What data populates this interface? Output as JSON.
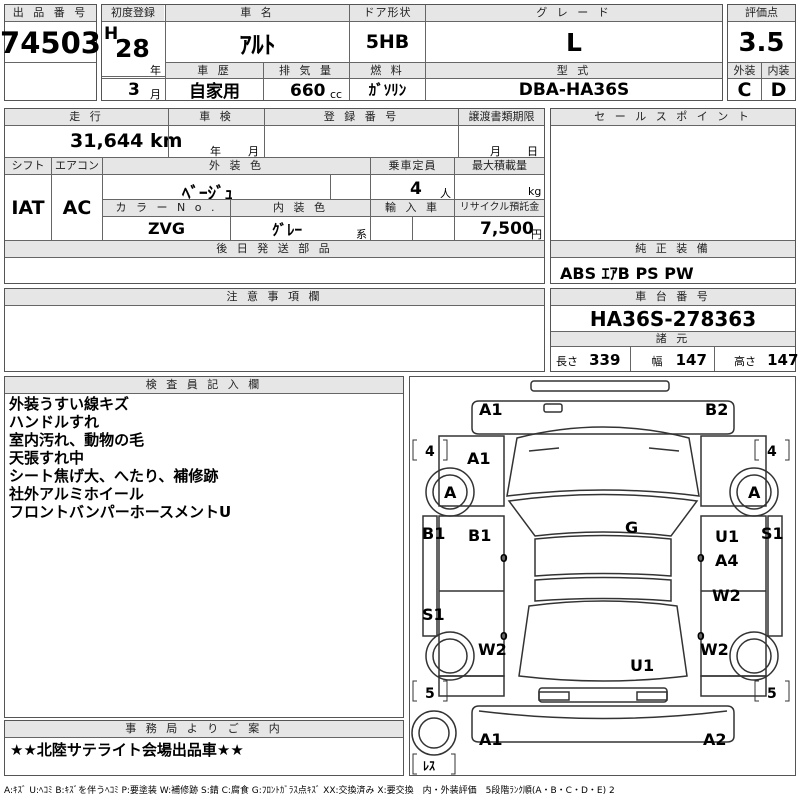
{
  "lot": {
    "label": "出 品 番 号",
    "value": "74503"
  },
  "first_reg": {
    "label": "初度登録",
    "era": "H",
    "year": "28",
    "year_unit": "年",
    "month": "3",
    "month_unit": "月"
  },
  "car_name": {
    "label": "車 名",
    "value": "ｱﾙﾄ"
  },
  "door": {
    "label": "ドア形状",
    "value": "5HB"
  },
  "grade": {
    "label": "グ レ ー ド",
    "value": "L"
  },
  "score": {
    "label": "評価点",
    "value": "3.5",
    "ext_label": "外装",
    "int_label": "内装",
    "ext": "C",
    "int": "D"
  },
  "history": {
    "label": "車 歴",
    "value": "自家用"
  },
  "displacement": {
    "label": "排 気 量",
    "value": "660",
    "unit": "cc"
  },
  "fuel": {
    "label": "燃 料",
    "value": "ｶﾞｿﾘﾝ"
  },
  "model": {
    "label": "型 式",
    "value": "DBA-HA36S"
  },
  "mileage": {
    "label": "走 行",
    "value": "31,644",
    "unit": "km"
  },
  "inspection": {
    "label": "車 検",
    "year_unit": "年",
    "month_unit": "月"
  },
  "reg_no": {
    "label": "登 録 番 号"
  },
  "transfer_deadline": {
    "label": "譲渡書類期限",
    "month_unit": "月",
    "day_unit": "日"
  },
  "sales_points": {
    "label": "セ ー ル ス ポ イ ン ト"
  },
  "shift": {
    "label": "シフト",
    "value": "IAT"
  },
  "aircon": {
    "label": "エアコン",
    "value": "AC"
  },
  "ext_color": {
    "label": "外 装 色",
    "value": "ﾍﾞｰｼﾞｭ"
  },
  "capacity": {
    "label": "乗車定員",
    "value": "4",
    "unit": "人"
  },
  "max_load": {
    "label": "最大積載量",
    "unit": "kg"
  },
  "color_no": {
    "label": "カ ラ ー N o .",
    "value": "ZVG"
  },
  "int_color": {
    "label": "内 装 色",
    "value": "ｸﾞﾚｰ",
    "unit": "系"
  },
  "import": {
    "label": "輸 入 車"
  },
  "recycle": {
    "label": "リサイクル預託金",
    "value": "7,500",
    "unit": "円"
  },
  "later_parts": {
    "label": "後 日 発 送 部 品"
  },
  "genuine": {
    "label": "純 正 装 備",
    "value": "ABS ｴｱB PS PW"
  },
  "notes": {
    "label": "注 意 事 項 欄"
  },
  "chassis": {
    "label": "車 台 番 号",
    "value": "HA36S-278363",
    "dims_label": "諸 元"
  },
  "dims": {
    "length_label": "長さ",
    "length": "339",
    "width_label": "幅",
    "width": "147",
    "height_label": "高さ",
    "height": "147"
  },
  "inspector": {
    "label": "検 査 員 記 入 欄",
    "lines": [
      "外装うすい線キズ",
      "ハンドルすれ",
      "室内汚れ、動物の毛",
      "天張すれ中",
      "シート焦げ大、へたり、補修跡",
      "社外アルミホイール",
      "フロントバンパーホースメントU"
    ]
  },
  "office": {
    "label": "事 務 局 よ り ご 案 内",
    "value": "★★北陸サテライト会場出品車★★"
  },
  "diagram": {
    "marks": {
      "front_left": "A1",
      "front_right": "B2",
      "hood": "A1",
      "wheel_fl": "A",
      "wheel_fr": "A",
      "roof": "G",
      "side_left": "B1",
      "door_left": "B1",
      "door_right_u": "U1",
      "door_right_a": "A4",
      "side_right": "S1",
      "rear_right_w": "W2",
      "rocker_left": "S1",
      "wheel_rl": "W2",
      "wheel_rr": "W2",
      "trunk": "U1",
      "rear_left": "A1",
      "rear_right": "A2"
    },
    "tire_fl": "4",
    "tire_fr": "4",
    "tire_rl": "5",
    "tire_rr": "5",
    "tire_spare": "ﾚｽ",
    "zero": "0"
  },
  "legend": "A:ｷｽﾞ U:ﾍｺﾐ B:ｷｽﾞを伴うﾍｺﾐ P:要塗装 W:補修跡 S:錆 C:腐食 G:ﾌﾛﾝﾄｶﾞﾗｽ点ｷｽﾞ XX:交換済み X:要交換　内・外装評価　5段階ﾗﾝｸ順(A・B・C・D・E) 2"
}
